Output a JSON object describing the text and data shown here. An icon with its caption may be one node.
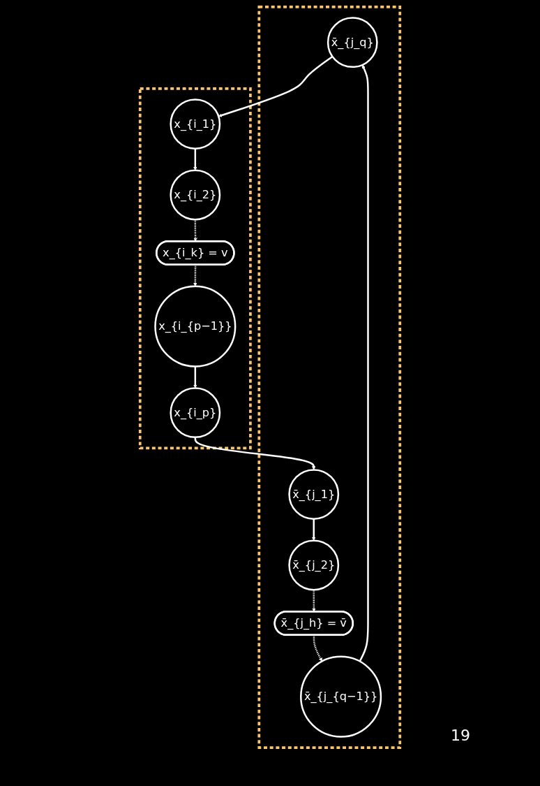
{
  "diagram": {
    "nodes": [
      {
        "text": [],
        "shape": "box"
      },
      {
        "text": [
          "x̄_{j_q}"
        ],
        "in": 0
      },
      {
        "text": [
          "x̄_{j_{q−1}}"
        ],
        "in": 0
      },
      {
        "text": [
          "x̄_{j_h} = v̄"
        ],
        "in": 0
      },
      {
        "text": [
          "x̄_{j_2}"
        ],
        "in": 0
      },
      {
        "text": [
          "x̄_{j_1}"
        ],
        "in": 0
      },
      {
        "text": [],
        "shape": "box"
      },
      {
        "text": [
          "x_{i_1}"
        ],
        "in": 6
      },
      {
        "text": [
          "x_{i_2}"
        ],
        "in": 6
      },
      {
        "text": [
          "x_{i_k} = v"
        ],
        "in": 6
      },
      {
        "text": [
          "x_{i_{p−1}}"
        ],
        "in": 6
      },
      {
        "text": [
          "x_{i_p}"
        ],
        "in": 6
      }
    ],
    "edges": [
      {
        "from": 1,
        "to": 7,
        "arrow": "to"
      },
      {
        "from": 7,
        "to": 8,
        "arrow": "to"
      },
      {
        "from": 8,
        "to": 9,
        "arrow": "to",
        "style": "dashed"
      },
      {
        "from": 9,
        "to": 10,
        "arrow": "to",
        "style": "dashed"
      },
      {
        "from": 10,
        "to": 11,
        "arrow": "to"
      },
      {
        "from": 11,
        "to": 5,
        "arrow": "to"
      },
      {
        "from": 5,
        "to": 4,
        "arrow": "to"
      },
      {
        "from": 4,
        "to": 3,
        "arrow": "to",
        "style": "dashed"
      },
      {
        "from": 3,
        "to": 2,
        "arrow": "to",
        "style": "dashed"
      },
      {
        "from": 2,
        "to": 1,
        "arrow": "to"
      }
    ],
    "labels": [
      "19"
    ]
  }
}
